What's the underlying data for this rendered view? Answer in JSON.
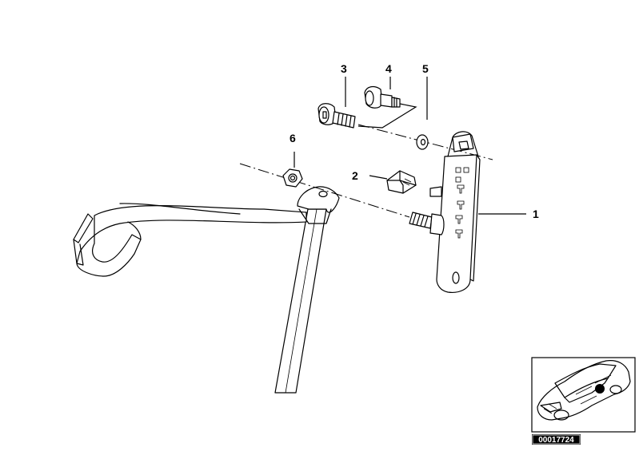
{
  "parts": [
    {
      "label": "1",
      "name": "belt-height-adjuster"
    },
    {
      "label": "2",
      "name": "slide-block"
    },
    {
      "label": "3",
      "name": "hex-socket-bolt"
    },
    {
      "label": "4",
      "name": "shouldered-bolt"
    },
    {
      "label": "5",
      "name": "washer"
    },
    {
      "label": "6",
      "name": "hex-nut"
    }
  ],
  "inset": {
    "reference_number": "00017724",
    "icon": "car-silhouette-icon",
    "marker_color": "#000000"
  },
  "colors": {
    "line": "#000000",
    "background": "#ffffff"
  }
}
